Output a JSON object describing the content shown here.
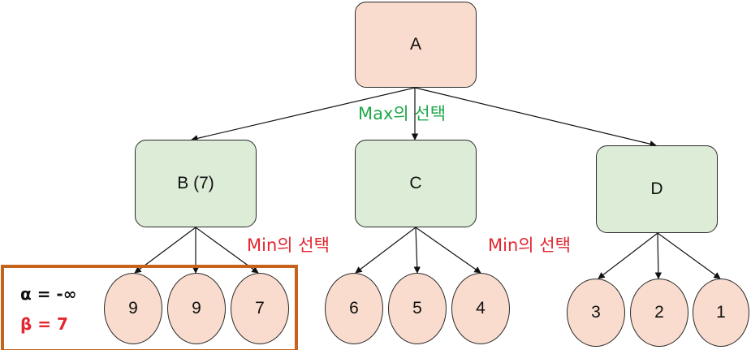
{
  "tree": {
    "root": {
      "label": "A"
    },
    "branches": [
      {
        "label": "B (7)",
        "leaves": [
          "9",
          "9",
          "7"
        ]
      },
      {
        "label": "C",
        "leaves": [
          "6",
          "5",
          "4"
        ]
      },
      {
        "label": "D",
        "leaves": [
          "3",
          "2",
          "1"
        ]
      }
    ]
  },
  "annotations": {
    "max_choice": "Max의 선택",
    "min_choice_1": "Min의 선택",
    "min_choice_2": "Min의 선택"
  },
  "alpha_beta": {
    "alpha": "α = -∞",
    "beta": "β = 7"
  },
  "colors": {
    "root_fill": "#f9dccd",
    "mid_fill": "#dcecd6",
    "leaf_fill": "#f9dccd",
    "max_text": "#1fa84a",
    "min_text": "#e3262f",
    "box_border": "#c5621b"
  }
}
